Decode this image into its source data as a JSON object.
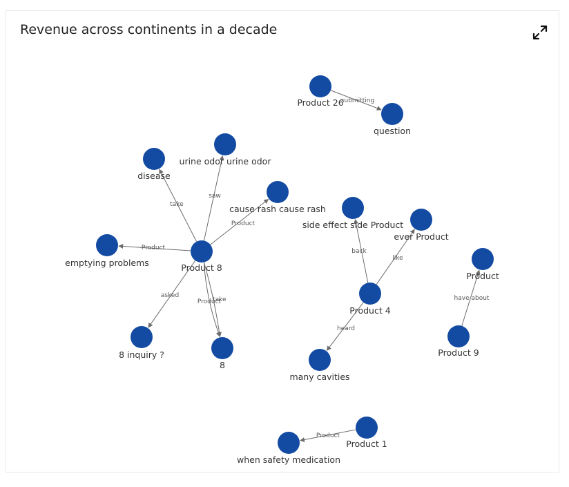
{
  "header": {
    "title": "Revenue across continents in a decade",
    "expand_icon": "expand-icon"
  },
  "colors": {
    "node": "#134ba3",
    "edge": "#6b6b6b"
  },
  "graph": {
    "nodes": [
      {
        "id": "product26",
        "label": "Product 26"
      },
      {
        "id": "question",
        "label": "question"
      },
      {
        "id": "urine",
        "label": "urine odor urine odor"
      },
      {
        "id": "disease",
        "label": "disease"
      },
      {
        "id": "rash",
        "label": "cause rash cause rash"
      },
      {
        "id": "emptying",
        "label": "emptying  problems"
      },
      {
        "id": "product8",
        "label": "Product 8"
      },
      {
        "id": "inquiry",
        "label": "8 inquiry ?"
      },
      {
        "id": "n8",
        "label": "8"
      },
      {
        "id": "sideeffect",
        "label": "side effect side Product"
      },
      {
        "id": "ever",
        "label": "ever Product"
      },
      {
        "id": "product4",
        "label": "Product 4"
      },
      {
        "id": "cavities",
        "label": "many  cavities"
      },
      {
        "id": "product",
        "label": "Product"
      },
      {
        "id": "product9",
        "label": "Product 9"
      },
      {
        "id": "product1",
        "label": "Product 1"
      },
      {
        "id": "safety",
        "label": "when safety medication"
      }
    ],
    "edges": [
      {
        "from": "product26",
        "to": "question",
        "label": "submitting"
      },
      {
        "from": "product8",
        "to": "disease",
        "label": "take"
      },
      {
        "from": "product8",
        "to": "urine",
        "label": "saw"
      },
      {
        "from": "product8",
        "to": "rash",
        "label": "Product"
      },
      {
        "from": "product8",
        "to": "emptying",
        "label": "Product"
      },
      {
        "from": "product8",
        "to": "inquiry",
        "label": "asked"
      },
      {
        "from": "product8",
        "to": "n8",
        "label": "Product"
      },
      {
        "from": "product8",
        "to": "n8",
        "label": "take"
      },
      {
        "from": "product4",
        "to": "sideeffect",
        "label": "back"
      },
      {
        "from": "product4",
        "to": "ever",
        "label": "like"
      },
      {
        "from": "product4",
        "to": "cavities",
        "label": "heard"
      },
      {
        "from": "product9",
        "to": "product",
        "label": "have about"
      },
      {
        "from": "product1",
        "to": "safety",
        "label": "Product"
      }
    ]
  }
}
